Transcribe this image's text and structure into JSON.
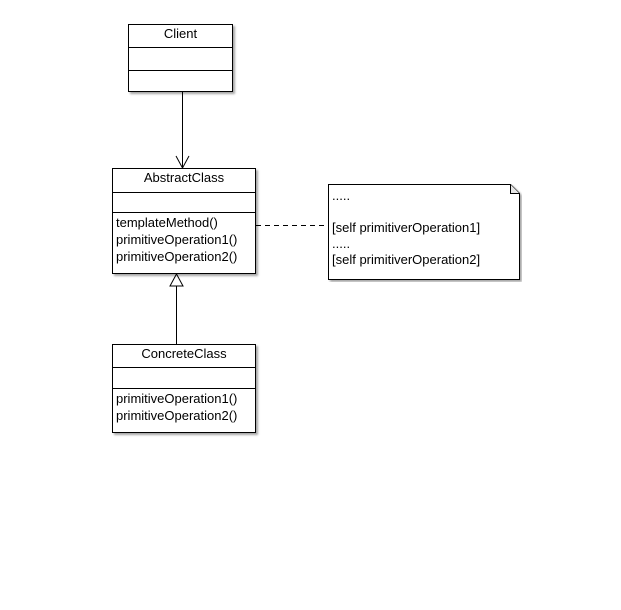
{
  "diagram": {
    "classes": {
      "client": {
        "name": "Client",
        "attributes": [],
        "operations": []
      },
      "abstract_class": {
        "name": "AbstractClass",
        "attributes": [],
        "operations": [
          "templateMethod()",
          "primitiveOperation1()",
          "primitiveOperation2()"
        ]
      },
      "concrete_class": {
        "name": "ConcreteClass",
        "attributes": [],
        "operations": [
          "primitiveOperation1()",
          "primitiveOperation2()"
        ]
      }
    },
    "note": {
      "lines": [
        ".....",
        "",
        "[self primitiverOperation1]",
        ".....",
        "[self primitiverOperation2]"
      ]
    },
    "relations": [
      {
        "from": "Client",
        "to": "AbstractClass",
        "type": "association"
      },
      {
        "from": "ConcreteClass",
        "to": "AbstractClass",
        "type": "generalization"
      },
      {
        "from": "AbstractClass",
        "to": "note",
        "type": "note-anchor"
      }
    ]
  }
}
